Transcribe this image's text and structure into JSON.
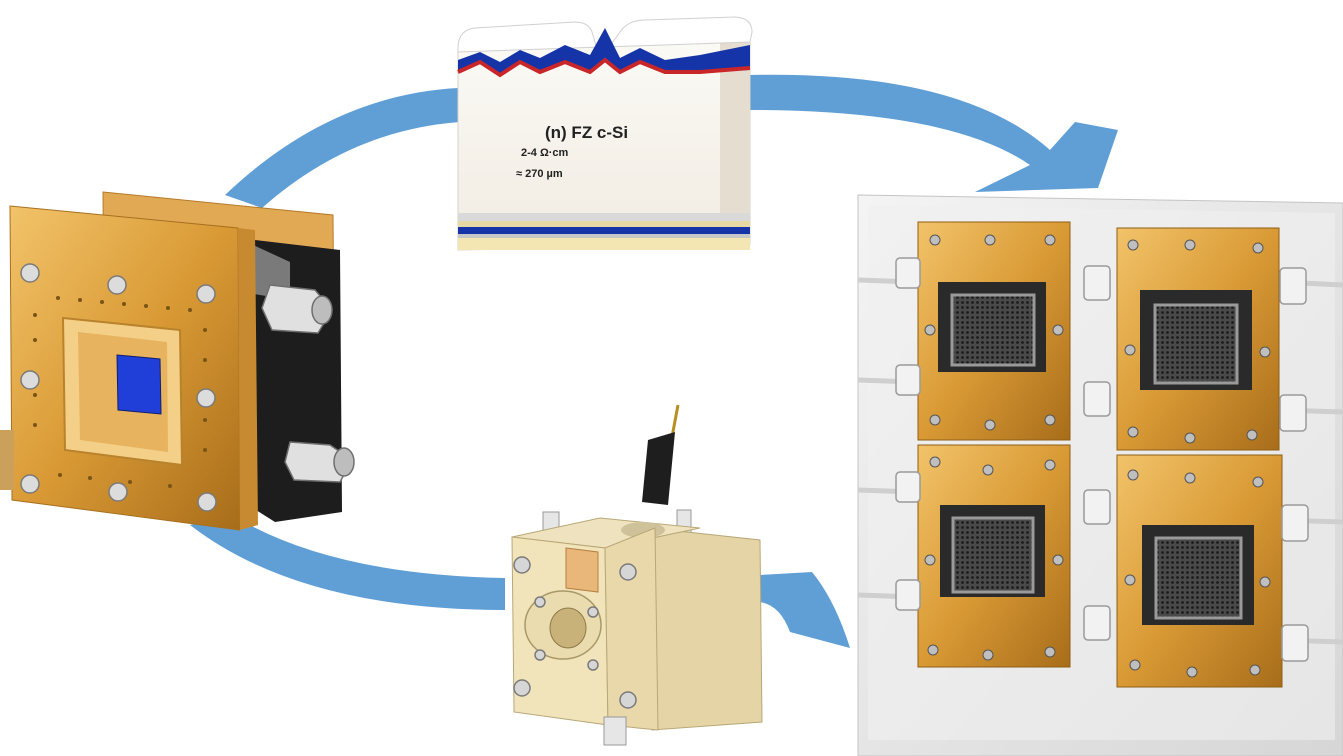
{
  "wafer": {
    "title": "(n) FZ c-Si",
    "resistivity": "2-4 Ω·cm",
    "thickness": "≈ 270 µm"
  },
  "colors": {
    "cycle_arrow": "#5f9fd6",
    "gold": "#e8b25c",
    "blue_window": "#1f3fd8",
    "pale_part": "#efe0b6",
    "wafer_blue": "#1534a8",
    "wafer_red": "#c9262a"
  },
  "icons": [
    "cycle-arrow-icon",
    "wafer-icon",
    "holder-icon",
    "cell-icon",
    "array-icon"
  ]
}
